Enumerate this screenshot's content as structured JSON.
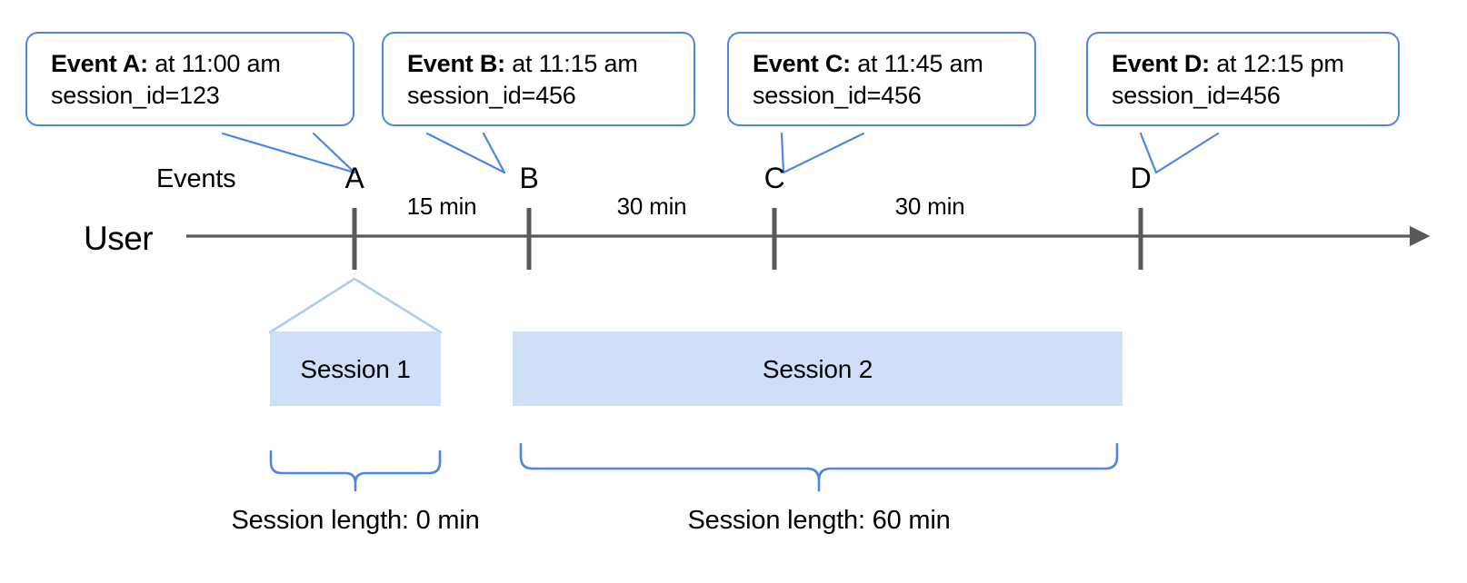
{
  "diagram": {
    "title_axis_label": "User",
    "events_row_label": "Events",
    "colors": {
      "callout_border": "#4a86e8",
      "session_fill": "#cfdff8",
      "session_edge": "#b0caf0",
      "axis": "#595959",
      "tick": "#595959",
      "brace": "#4a86e8"
    }
  },
  "callouts": [
    {
      "title": "Event A:",
      "time": " at 11:00 am",
      "session": "session_id=123"
    },
    {
      "title": "Event B:",
      "time": " at 11:15 am",
      "session": "session_id=456"
    },
    {
      "title": "Event C:",
      "time": " at 11:45 am",
      "session": "session_id=456"
    },
    {
      "title": "Event D:",
      "time": " at 12:15 pm",
      "session": "session_id=456"
    }
  ],
  "events": [
    {
      "label": "A"
    },
    {
      "label": "B"
    },
    {
      "label": "C"
    },
    {
      "label": "D"
    }
  ],
  "gaps": [
    {
      "label": "15 min"
    },
    {
      "label": "30 min"
    },
    {
      "label": "30 min"
    }
  ],
  "sessions": [
    {
      "bar_label": "Session 1",
      "length_label": "Session length: 0 min"
    },
    {
      "bar_label": "Session 2",
      "length_label": "Session length: 60 min"
    }
  ]
}
